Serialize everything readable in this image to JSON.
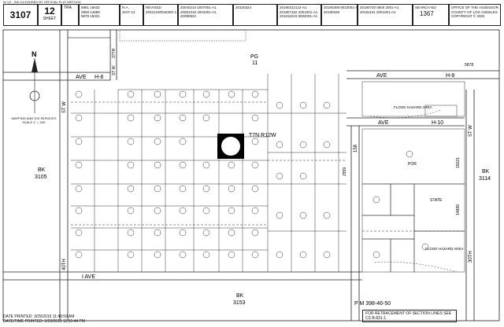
{
  "header_note": "W 1/2 , SW 1/4 DIVIDED BY OFFICIAL PLAT METHOD",
  "title_block": {
    "book_number": "3107",
    "sheet_number": "12",
    "sheet_label": "SHEET",
    "tra_label": "TRA",
    "tra_codes": [
      "5881  16632",
      "2959   14889",
      "5878   15021"
    ],
    "ra_label": "R.A.",
    "ra_value": "3107-12",
    "revised_label": "REVISED",
    "revised_values": [
      "20021230040300 1-A1"
    ],
    "rev_col1": [
      "20040210 2007001-A1",
      "20051016 4001001-A1",
      "20090822"
    ],
    "rev_col2": [
      "20100324"
    ],
    "rev_col3": [
      "20180222122-A1",
      "201807162 2001001-A1",
      "201811010 8002001-A1"
    ],
    "rev_col4": [
      "20180308 8023001-A1",
      "20190329"
    ],
    "rev_col2b": [
      "20180720 0600 2001-A1",
      "20181101 2001001-A1"
    ],
    "search_label": "SEARCH NO",
    "search_no": "1367",
    "office_lines": [
      "OFFICE OF THE ASSESSOR",
      "COUNTY OF LOS ANGELES",
      "COPYRIGHT © 2002"
    ]
  },
  "map": {
    "labels": {
      "ave_h8_left": "AVE",
      "h8_left": "H-8",
      "st_37th": "37TH",
      "st_w": "ST W",
      "pg": "PG",
      "pg_no": "11",
      "ave_h8_right": "AVE",
      "h8_right": "H-8",
      "ave_h10": "AVE",
      "h10": "H-10",
      "twp": "T7N R12W",
      "st_40th": "40TH",
      "st_w_left": "ST W",
      "bk_left": "BK",
      "bk_left_no": "3105",
      "bk_right": "BK",
      "bk_right_no": "3114",
      "bk_bottom": "BK",
      "bk_bottom_no": "3153",
      "ave_i": "I AVE",
      "st_30th": "30TH",
      "st_w_right": "ST W",
      "pm": "P M 398-46-50",
      "flood1": "FLOOD HAZARD AREA",
      "flood2": "FLOOD HAZARD AREA",
      "state": "STATE",
      "mapping_note": "MAPPING AND GIS SERVICES SCALE 1\" = 400'",
      "n_label": "N",
      "road_5878": "5878",
      "road_14889": "14889",
      "road_15021": "15021",
      "road_2959": "2959",
      "road_158": "158",
      "por": "POR"
    }
  },
  "footer": {
    "date_printed": "DATE PRINTED: 3/29/2019 11:49:59 AM",
    "date_time": "DATE/TIME PRINTED: 3/29/2019 11:56:44 PM"
  },
  "retracement_note": "FOR RETRACEMENT OF SECTION LINES SEE CS B-831-1"
}
